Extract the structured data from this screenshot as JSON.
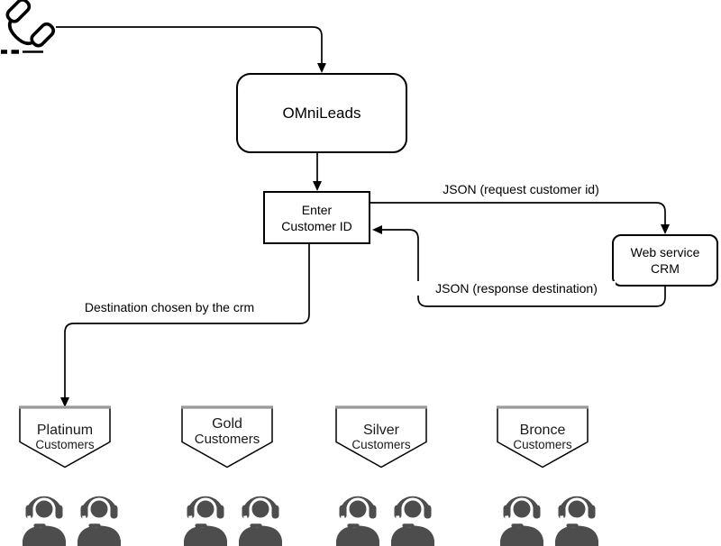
{
  "diagram_type": "call-flow",
  "nodes": {
    "omnileads": {
      "label": "OMniLeads"
    },
    "enter_customer_id": {
      "line1": "Enter",
      "line2": "Customer ID"
    },
    "web_service_crm": {
      "line1": "Web service",
      "line2": "CRM"
    }
  },
  "edges": {
    "request": {
      "label": "JSON (request customer id)"
    },
    "response": {
      "label": "JSON (response destination)"
    },
    "destination": {
      "label": "Destination chosen by the crm"
    }
  },
  "queues": [
    {
      "id": "platinum",
      "line1": "Platinum",
      "line2": "Customers",
      "agent_count": 2
    },
    {
      "id": "gold",
      "line1": "Gold",
      "line2": "Customers",
      "agent_count": 2
    },
    {
      "id": "silver",
      "line1": "Silver",
      "line2": "Customers",
      "agent_count": 2
    },
    {
      "id": "bronce",
      "line1": "Bronce",
      "line2": "Customers",
      "agent_count": 2
    }
  ],
  "icons": {
    "phone": "phone-handset-icon",
    "agent": "headset-agent-icon"
  },
  "colors": {
    "agent_fill": "#4d4d4d",
    "line_color": "#000000",
    "pentagon_top": "#999999",
    "canvas_bg": "#ffffff"
  }
}
